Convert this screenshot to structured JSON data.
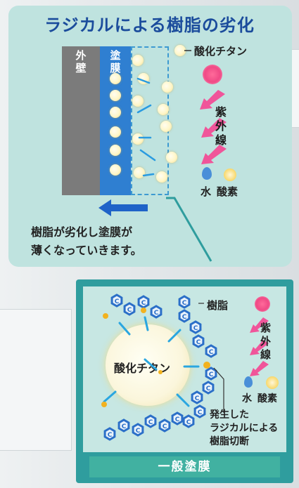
{
  "title": "ラジカルによる樹脂の劣化",
  "top": {
    "wall_label": "外壁",
    "film_label": "塗膜",
    "titanium_label": "酸化チタン",
    "uv_label": "紫外線",
    "water_label": "水",
    "oxygen_label": "酸素",
    "description_line1": "樹脂が劣化し塗膜が",
    "description_line2": "薄くなっていきます。"
  },
  "bottom": {
    "resin_label": "樹脂",
    "uv_label": "紫外線",
    "water_label": "水",
    "oxygen_label": "酸素",
    "titanium_label": "酸化チタン",
    "radical_label_line1": "発生した",
    "radical_label_line2": "ラジカルによる",
    "radical_label_line3": "樹脂切断",
    "resin_unit_letter": "C",
    "footer": "一般塗膜"
  },
  "colors": {
    "title": "#1b4c9c",
    "panel": "#bfe3df",
    "wall": "#7b7b7b",
    "film": "#2f7fd1",
    "uv_arrow": "#f0559a",
    "teal_frame": "#2f9d9e",
    "footer": "#41b1a1",
    "resin_hex": "#2b6fc8"
  }
}
